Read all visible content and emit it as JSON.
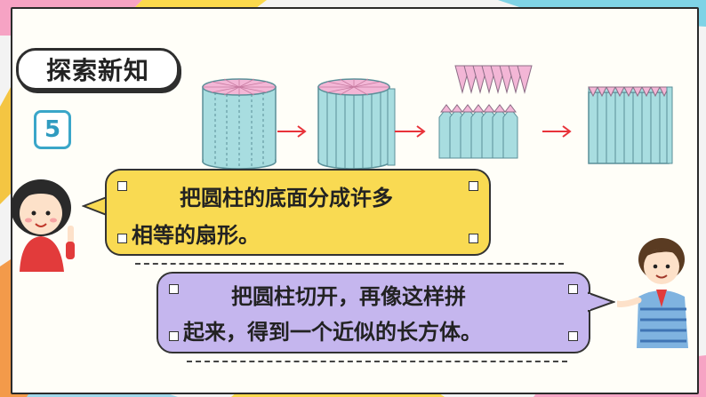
{
  "header": {
    "title": "探索新知",
    "example_number": "5"
  },
  "figures": {
    "arrow_glyph": "→"
  },
  "bubbles": {
    "girl_text_line1": "把圆柱的底面分成许多",
    "girl_text_line2": "相等的扇形。",
    "boy_text_line1": "把圆柱切开，再像这样拼",
    "boy_text_line2": "起来，得到一个近似的长方体。"
  },
  "colors": {
    "cylinder_body": "#a8dde0",
    "cylinder_stroke": "#5a8f98",
    "top_pink": "#f3b6d6",
    "bubble_yellow": "#f9da52",
    "bubble_purple": "#c5b6ee",
    "arrow_red": "#e8333a"
  },
  "icons": {
    "girl": "girl-character-icon",
    "boy": "boy-character-icon"
  }
}
